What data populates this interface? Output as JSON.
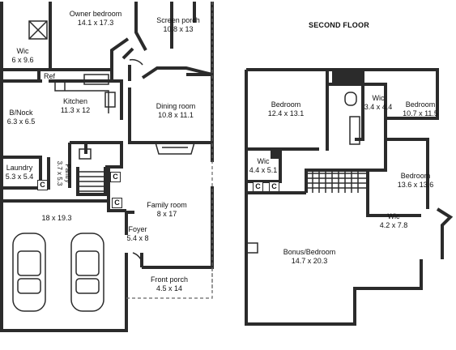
{
  "first_floor": {
    "owner_bedroom": {
      "name": "Owner bedroom",
      "dim": "14.1 x 17.3"
    },
    "screen_porch": {
      "name": "Screen porch",
      "dim": "10.8 x 13"
    },
    "wic": {
      "name": "Wic",
      "dim": "6 x 9.6"
    },
    "ref": "Ref",
    "kitchen": {
      "name": "Kitchen",
      "dim": "11.3 x 12"
    },
    "dining_room": {
      "name": "Dining room",
      "dim": "10.8 x 11.1"
    },
    "bnook": {
      "name": "B/Nock",
      "dim": "6.3 x 6.5"
    },
    "laundry": {
      "name": "Laundry",
      "dim": "5.3 x 5.4"
    },
    "pantry": {
      "name": "Pantry",
      "dim": "3.7 x 5.3"
    },
    "closet_c": "C",
    "garage": {
      "dim": "18 x 19.3"
    },
    "family_room": {
      "name": "Family room",
      "dim": "8 x 17"
    },
    "foyer": {
      "name": "Foyer",
      "dim": "5.4 x 8"
    },
    "front_porch": {
      "name": "Front porch",
      "dim": "4.5 x 14"
    }
  },
  "second_floor": {
    "title": "SECOND FLOOR",
    "bedroom_1": {
      "name": "Bedroom",
      "dim": "12.4 x 13.1"
    },
    "wic_1": {
      "name": "Wic",
      "dim": "3.4 x 4.4"
    },
    "bedroom_2": {
      "name": "Bedroom",
      "dim": "10.7 x 11.5"
    },
    "wic_2": {
      "name": "Wic",
      "dim": "4.4 x 5.1"
    },
    "bedroom_3": {
      "name": "Bedroom",
      "dim": "13.6 x 13.6"
    },
    "wic_3": {
      "name": "Wic",
      "dim": "4.2 x 7.8"
    },
    "bonus": {
      "name": "Bonus/Bedroom",
      "dim": "14.7 x 20.3"
    },
    "closet_c": "C"
  }
}
